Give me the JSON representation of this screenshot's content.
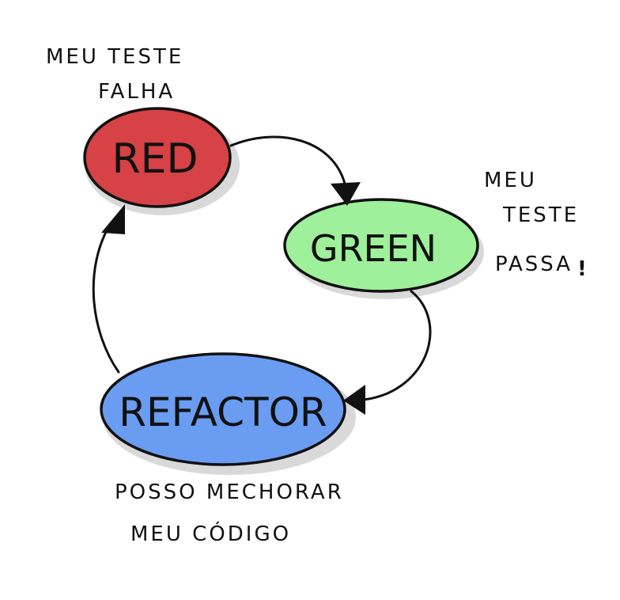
{
  "colors": {
    "red": "#d64245",
    "green": "#9ef09a",
    "blue": "#6a9cf2",
    "ink": "#111111",
    "shadow": "#d9d9d9"
  },
  "nodes": {
    "red": {
      "label": "RED"
    },
    "green": {
      "label": "GREEN"
    },
    "refactor": {
      "label": "REFACTOR"
    }
  },
  "notes": {
    "red": {
      "line1": "MEU TESTE",
      "line2": "FALHA"
    },
    "green": {
      "line1": "MEU",
      "line2": "TESTE",
      "line3": "PASSA",
      "mark": "!"
    },
    "refactor": {
      "line1": "POSSO MECHORAR",
      "line2": "MEU CÓDIGO"
    }
  }
}
